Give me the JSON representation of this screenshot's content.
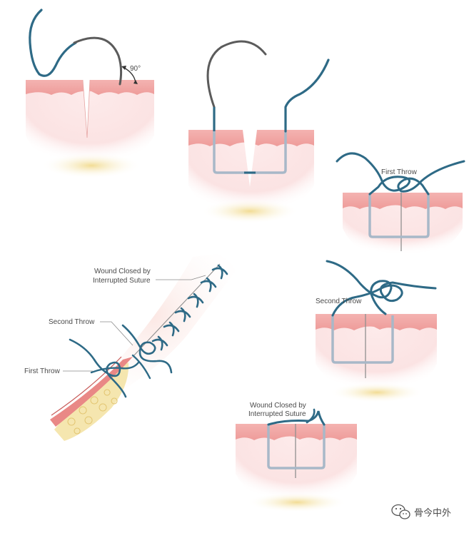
{
  "labels": {
    "angle": "90°",
    "first_throw_panel": "First Throw",
    "second_throw_panel": "Second Throw",
    "closed_panel_line1": "Wound Closed by",
    "closed_panel_line2": "Interrupted Suture",
    "overview_closed_line1": "Wound Closed by",
    "overview_closed_line2": "Interrupted Suture",
    "overview_second_throw": "Second Throw",
    "overview_first_throw": "First Throw"
  },
  "watermark": {
    "icon": "wechat-icon",
    "text": "骨今中外"
  },
  "colors": {
    "suture": "#2e6a86",
    "needle": "#5b5b5b",
    "epidermis": "#f0a9a7",
    "dermis": "#fbe0df",
    "subcutaneous_fat": "#f3e3a6",
    "subsurface_suture": "#a8b8c8"
  }
}
